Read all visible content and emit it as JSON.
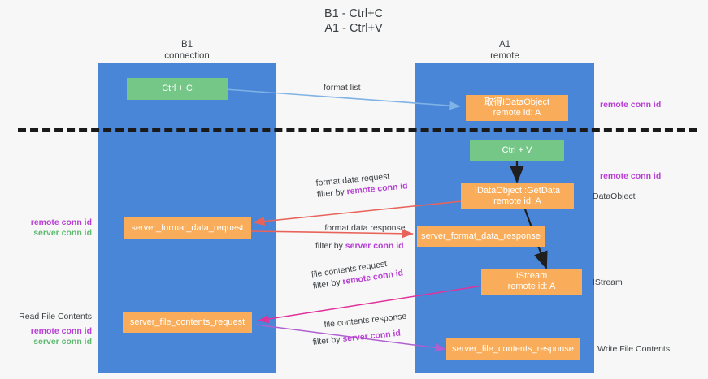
{
  "diagram": {
    "title_line1": "B1 - Ctrl+C",
    "title_line2": "A1 - Ctrl+V",
    "lanes": [
      {
        "name": "B1",
        "role": "connection"
      },
      {
        "name": "A1",
        "role": "remote"
      }
    ],
    "colors": {
      "lane_band": "#4a86d8",
      "green_node": "#75c787",
      "orange_node": "#f9ad5a",
      "accent_purple": "#b83fd4",
      "accent_green": "#5fba72",
      "arrow_blue": "#7fb2e5",
      "arrow_red": "#e8635a",
      "arrow_magenta": "#e0329b",
      "arrow_purple": "#b05fd0",
      "arrow_black": "#1f1f1f",
      "background": "#f7f7f7"
    },
    "nodes": {
      "ctrl_c": "Ctrl + C",
      "ctrl_v": "Ctrl + V",
      "get_idataobject_l1": "取得IDataObject",
      "get_idataobject_l2": "remote id: A",
      "getdata_l1": "IDataObject::GetData",
      "getdata_l2": "remote id: A",
      "istream_l1": "IStream",
      "istream_l2": "remote id: A",
      "server_format_data_request": "server_format_data_request",
      "server_format_data_response": "server_format_data_response",
      "server_file_contents_request": "server_file_contents_request",
      "server_file_contents_response": "server_file_contents_response"
    },
    "edge_labels": {
      "format_list": "format list",
      "format_data_request": "format data request",
      "format_data_request_filter_prefix": "filter by ",
      "format_data_request_filter_key": "remote conn id",
      "format_data_response": "format data response",
      "format_data_response_filter_prefix": "filter by ",
      "format_data_response_filter_key": "server conn id",
      "file_contents_request": "file contents request",
      "file_contents_request_filter_prefix": "filter by ",
      "file_contents_request_filter_key": "remote conn id",
      "file_contents_response": "file contents response",
      "file_contents_response_filter_prefix": "filter by ",
      "file_contents_response_filter_key": "server conn id"
    },
    "annotations_right": [
      {
        "text": "remote conn id",
        "style": "purple"
      },
      {
        "text": "remote conn id",
        "style": "purple"
      },
      {
        "text": "DataObject",
        "style": "plain"
      },
      {
        "text": "IStream",
        "style": "plain"
      },
      {
        "text": "Write File Contents",
        "style": "plain"
      }
    ],
    "annotations_left": {
      "mid_remote": "remote conn id",
      "mid_server": "server conn id",
      "read_file_contents": "Read File Contents",
      "bot_remote": "remote conn id",
      "bot_server": "server conn id"
    }
  }
}
